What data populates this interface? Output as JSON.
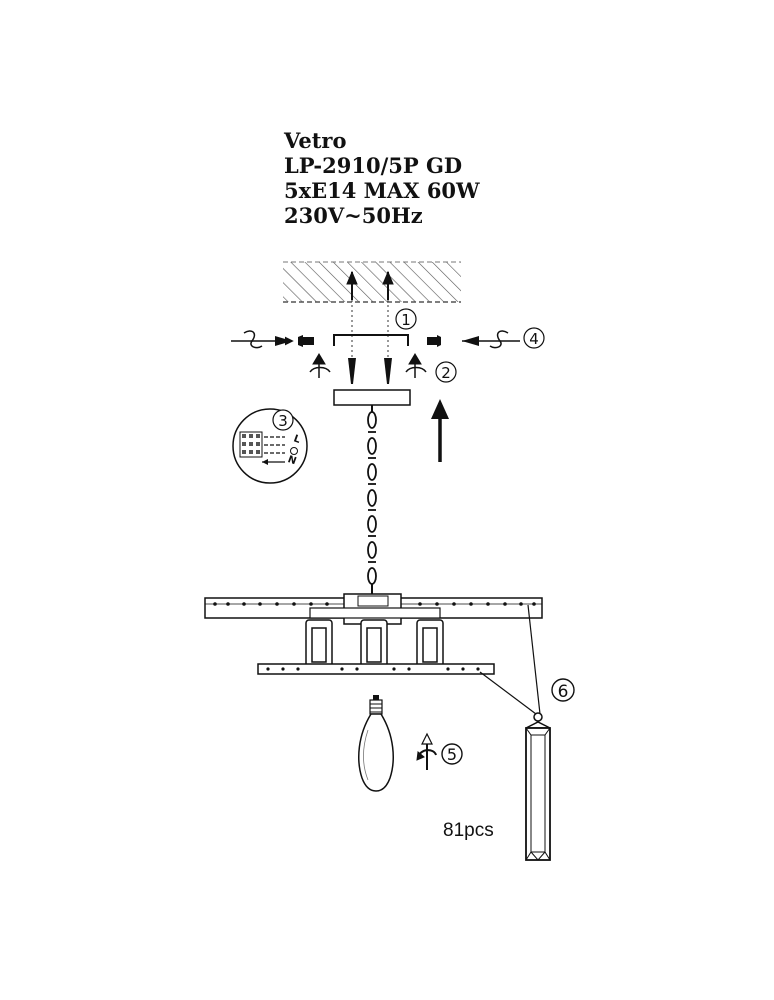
{
  "product": {
    "name": "Vetro",
    "model": "LP-2910/5P GD",
    "bulbs": "5xE14 MAX 60W",
    "voltage": "230V~50Hz"
  },
  "steps": [
    "1",
    "2",
    "3",
    "4",
    "5",
    "6"
  ],
  "wiring": {
    "live": "L",
    "neutral": "N"
  },
  "crystal_count": "81pcs"
}
